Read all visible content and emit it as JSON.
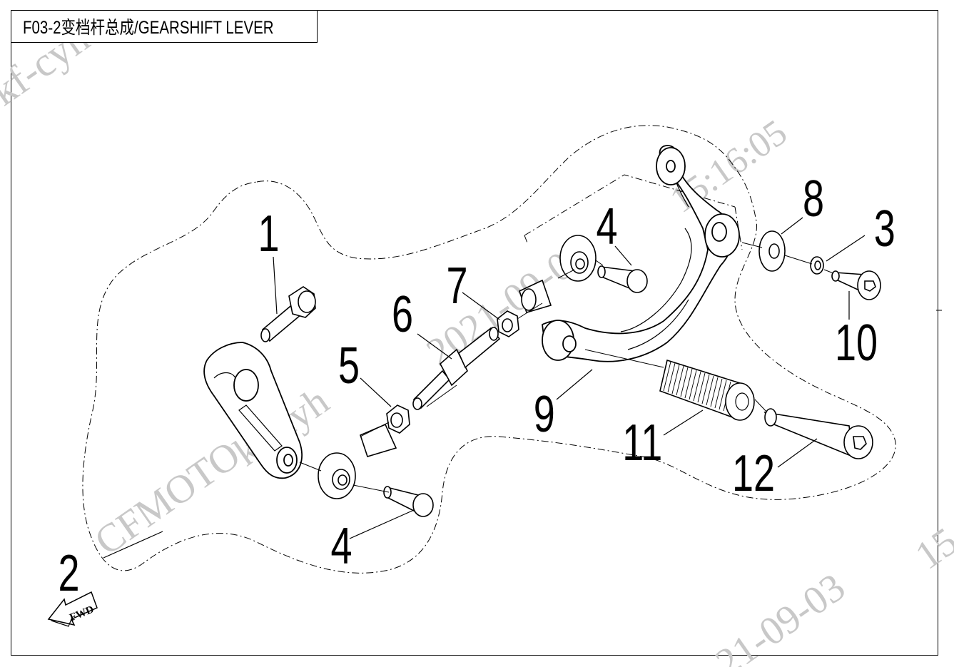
{
  "title": "F03-2变档杆总成/GEARSHIFT LEVER",
  "callouts": [
    "1",
    "2",
    "3",
    "4",
    "4",
    "5",
    "6",
    "7",
    "8",
    "9",
    "10",
    "11",
    "12"
  ],
  "fwd_label": "FWD",
  "watermarks": {
    "brand": "CFMOTO",
    "user": "kf-cyh",
    "user_short": "kf-cyh",
    "date": "2021-09-03",
    "date_partial": "21-09-03",
    "time": "15:16:05",
    "time_partial": "15"
  }
}
